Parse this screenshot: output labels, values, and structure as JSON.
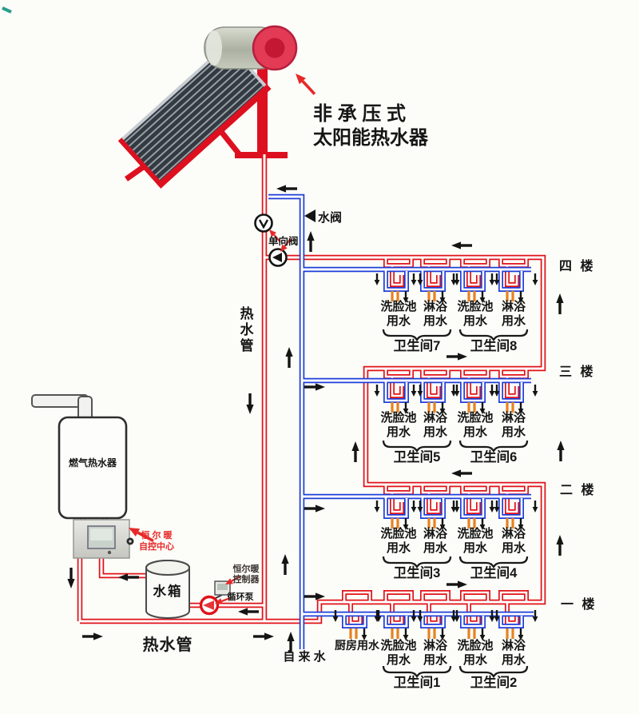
{
  "title": {
    "l1": "非 承 压 式",
    "l2": "太阳能热水器"
  },
  "valves": {
    "water_valve": "水阀",
    "check_valve": "单向阀"
  },
  "pipes": {
    "hot_vertical": "热水管",
    "hot_bottom": "热水管",
    "tap": "自 来 水"
  },
  "equipment": {
    "gas_heater": "燃气热水器",
    "acc_l1": "恒 尔 暖",
    "acc_l2": "自控中心",
    "tank": "水箱",
    "ctrl_l1": "恒尔暖",
    "ctrl_l2": "控制器",
    "pump": "循环泵"
  },
  "fixtures": {
    "basin_l1": "洗脸池",
    "shower_l1": "淋浴",
    "line2": "用水",
    "kitchen": "厨房用水"
  },
  "floors": [
    {
      "name": "四 楼",
      "baths": [
        "卫生间7",
        "卫生间8"
      ]
    },
    {
      "name": "三 楼",
      "baths": [
        "卫生间5",
        "卫生间6"
      ]
    },
    {
      "name": "二 楼",
      "baths": [
        "卫生间3",
        "卫生间4"
      ]
    },
    {
      "name": "一 楼",
      "baths": [
        "卫生间1",
        "卫生间2"
      ]
    }
  ],
  "colors": {
    "hot": "#e01218",
    "cold": "#1e3ed8",
    "tick": "#e8821e",
    "annotation": "#e82828",
    "text": "#161616"
  }
}
